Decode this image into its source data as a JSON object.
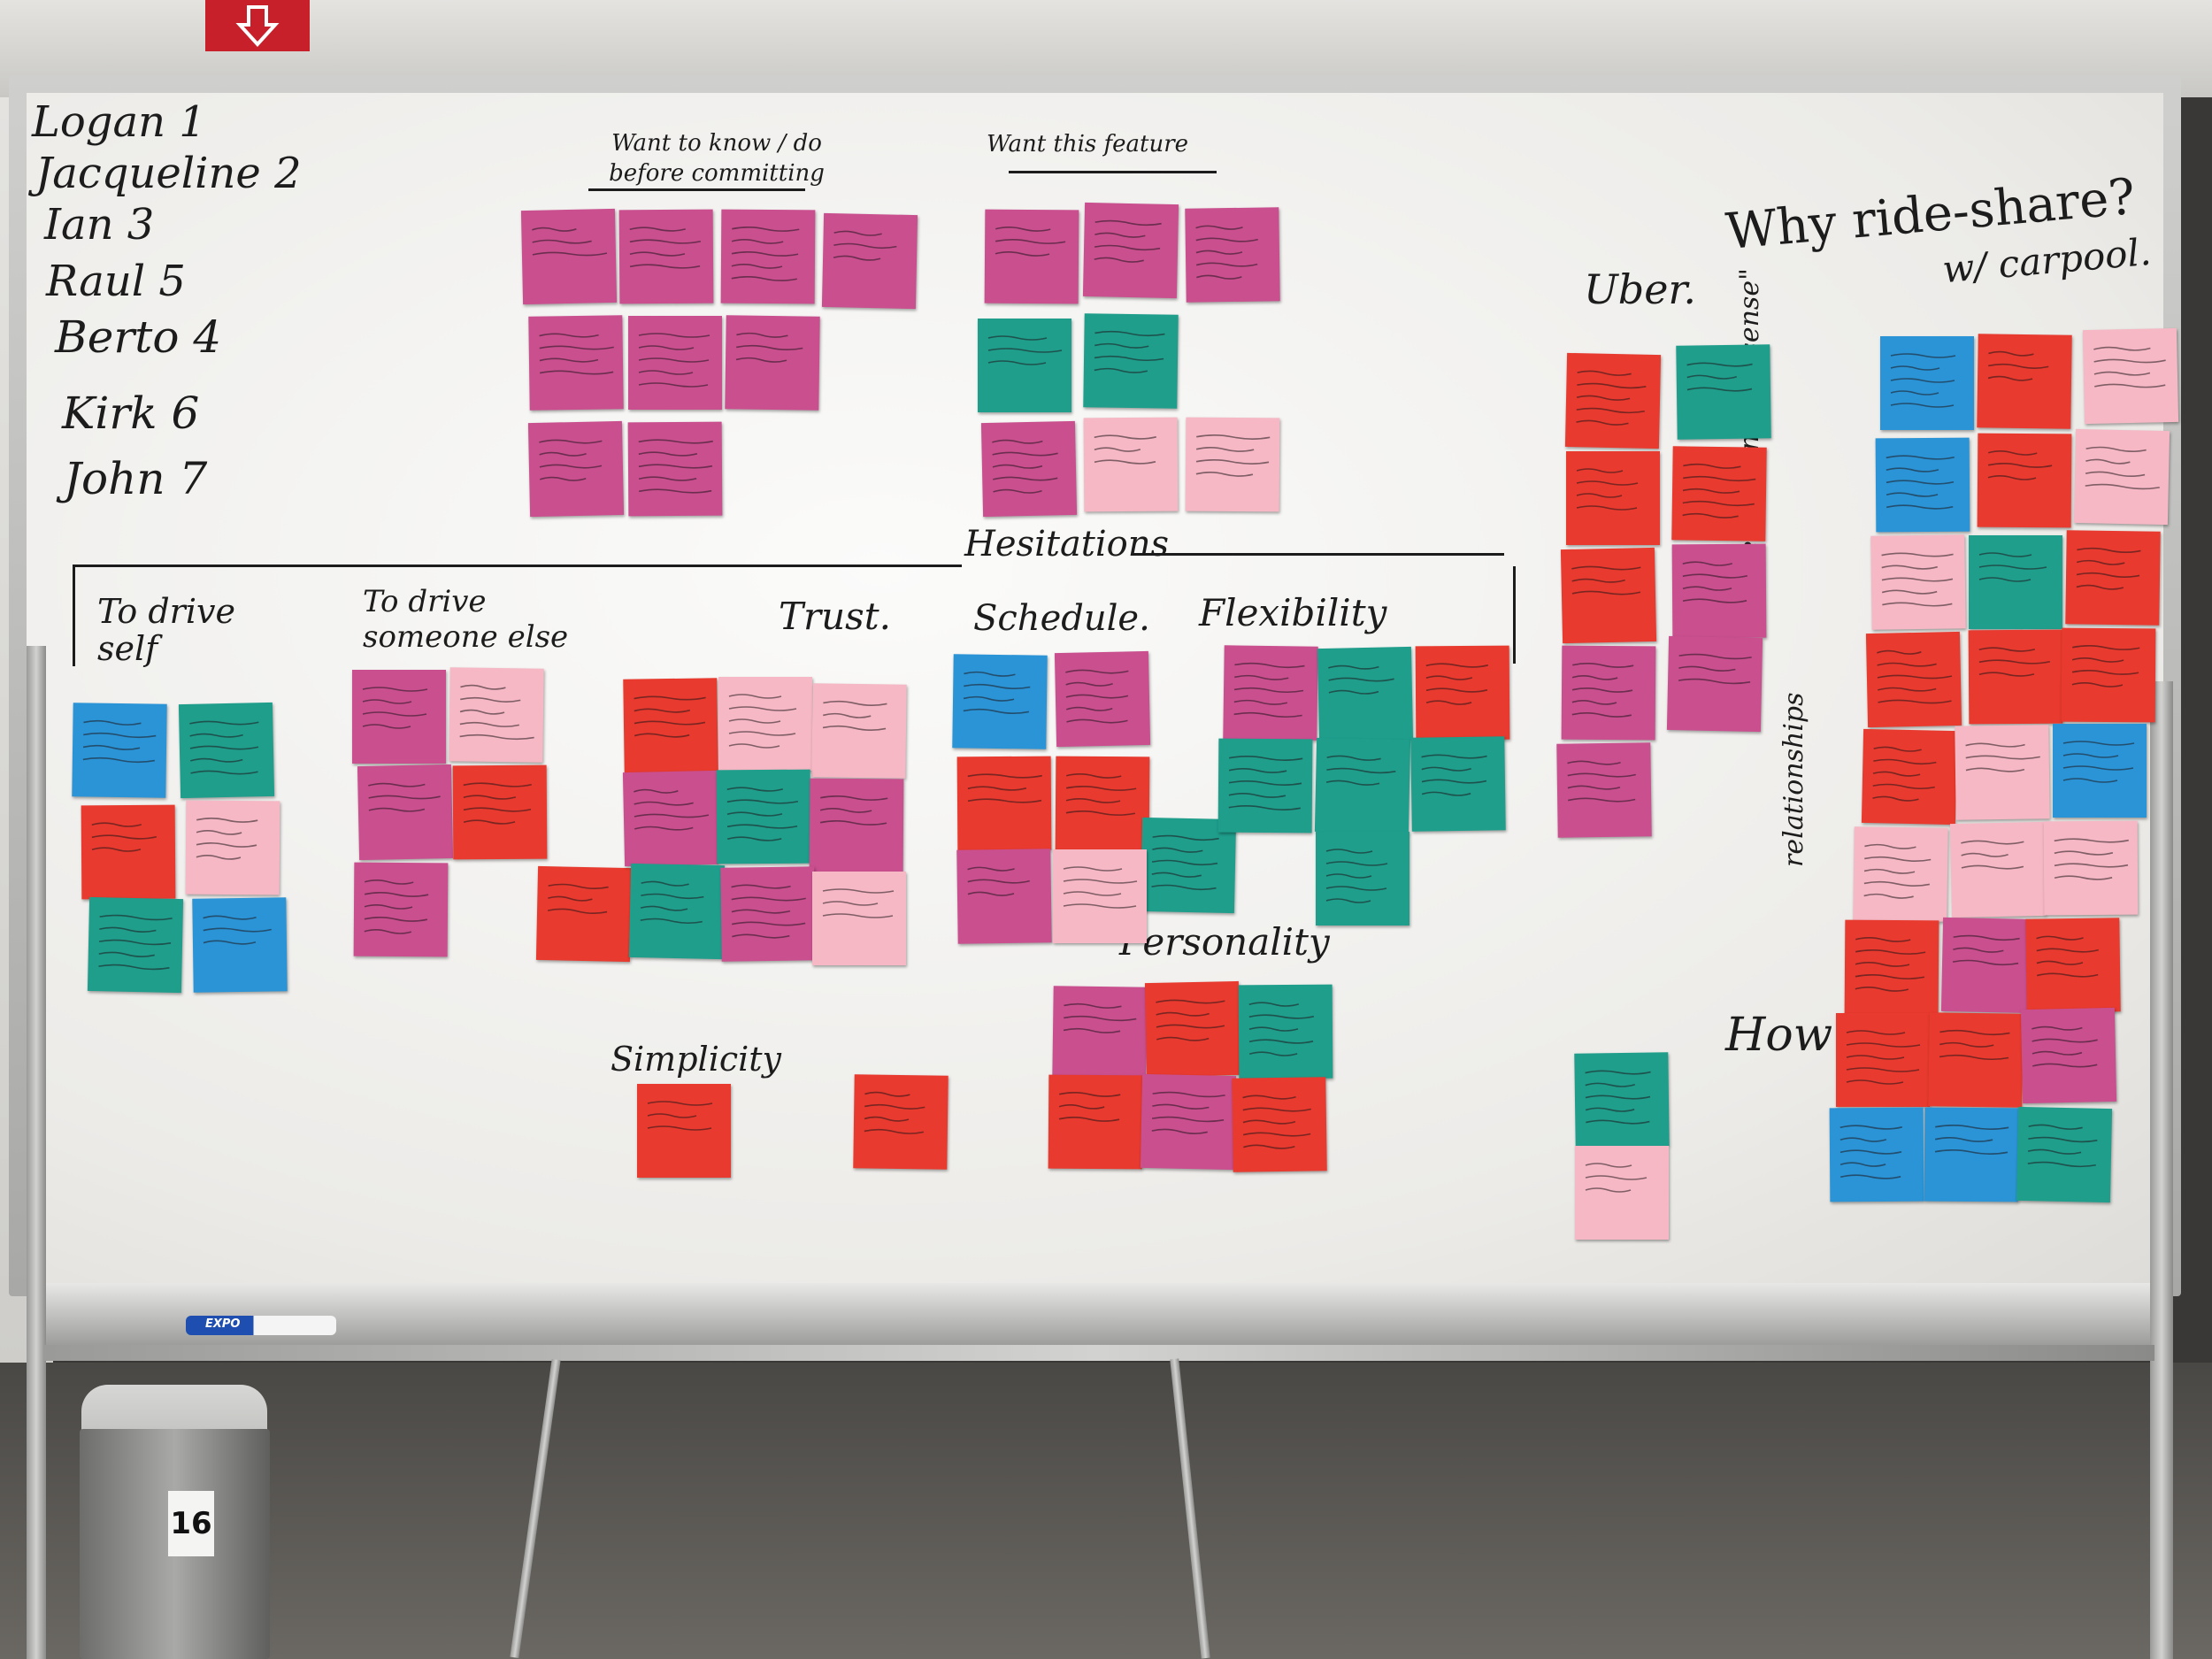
{
  "colors": {
    "magenta": "#c94f8f",
    "teal": "#1f9e8c",
    "red": "#e83a2e",
    "blue": "#2a94d6",
    "pink": "#f5b8c4",
    "ink": "#1c1c1c"
  },
  "board": {
    "names": [
      "Logan 1",
      "Jacqueline 2",
      "Ian 3",
      "Raul 5",
      "Berto 4",
      "Kirk 6",
      "John 7"
    ],
    "headings": {
      "want_to_know": "Want to know / do before committing",
      "want_feature": "Want this feature",
      "why_rideshare": "Why ride-share?",
      "uber": "Uber.",
      "carpool": "w/ carpool.",
      "hesitations": "Hesitations",
      "drive_self": "To drive self",
      "drive_else": "To drive someone else",
      "trust": "Trust.",
      "schedule": "Schedule.",
      "flexibility": "Flexibility",
      "personality": "Personality",
      "simplicity": "Simplicity",
      "convenient": "convenient \"makes sense\"",
      "relationships": "relationships",
      "how": "How"
    },
    "icons": [
      "exit-sign-icon",
      "expo-marker-icon",
      "trash-bin-icon"
    ],
    "bin_label": "16",
    "marker_label": "EXPO"
  }
}
